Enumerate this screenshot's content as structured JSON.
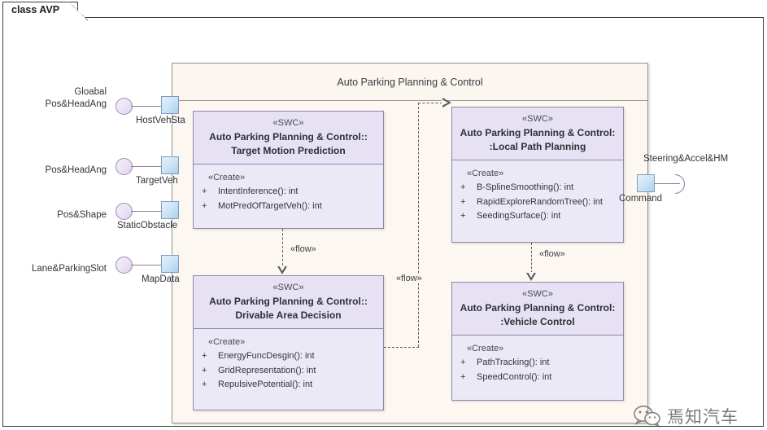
{
  "diagram": {
    "tab_label": "class AVP",
    "container_title": "Auto Parking Planning & Control"
  },
  "left_ports": [
    {
      "interface_line1": "Gloabal",
      "interface_line2": "Pos&HeadAng",
      "port_label": "HostVehSta"
    },
    {
      "interface_line1": "",
      "interface_line2": "Pos&HeadAng",
      "port_label": "TargetVeh"
    },
    {
      "interface_line1": "",
      "interface_line2": "Pos&Shape",
      "port_label": "StaticObstacle"
    },
    {
      "interface_line1": "",
      "interface_line2": "Lane&ParkingSlot",
      "port_label": "MapData"
    }
  ],
  "right_port": {
    "interface_label": "Steering&Accel&HM",
    "port_label": "Command"
  },
  "components": [
    {
      "stereotype": "«SWC»",
      "name_line1": "Auto Parking Planning & Control::",
      "name_line2": "Target Motion Prediction",
      "operations_stereotype": "«Create»",
      "operations": [
        {
          "visibility": "+",
          "signature": "IntentInference(): int"
        },
        {
          "visibility": "+",
          "signature": "MotPredOfTargetVeh(): int"
        }
      ]
    },
    {
      "stereotype": "«SWC»",
      "name_line1": "Auto Parking Planning & Control:",
      "name_line2": ":Local Path Planning",
      "operations_stereotype": "«Create»",
      "operations": [
        {
          "visibility": "+",
          "signature": "B-SplineSmoothing(): int"
        },
        {
          "visibility": "+",
          "signature": "RapidExploreRandomTree(): int"
        },
        {
          "visibility": "+",
          "signature": "SeedingSurface(): int"
        }
      ]
    },
    {
      "stereotype": "«SWC»",
      "name_line1": "Auto Parking Planning & Control::",
      "name_line2": "Drivable Area Decision",
      "operations_stereotype": "«Create»",
      "operations": [
        {
          "visibility": "+",
          "signature": "EnergyFuncDesgin(): int"
        },
        {
          "visibility": "+",
          "signature": "GridRepresentation(): int"
        },
        {
          "visibility": "+",
          "signature": "RepulsivePotential(): int"
        }
      ]
    },
    {
      "stereotype": "«SWC»",
      "name_line1": "Auto Parking Planning & Control:",
      "name_line2": ":Vehicle Control",
      "operations_stereotype": "«Create»",
      "operations": [
        {
          "visibility": "+",
          "signature": "PathTracking(): int"
        },
        {
          "visibility": "+",
          "signature": "SpeedControl(): int"
        }
      ]
    }
  ],
  "flows": [
    {
      "label": "«flow»"
    },
    {
      "label": "«flow»"
    },
    {
      "label": "«flow»"
    }
  ],
  "watermark": {
    "text": "焉知汽车",
    "icon": "wechat-icon"
  },
  "colors": {
    "component_fill": "#ece9f7",
    "component_header": "#e6e2f3",
    "component_border": "#8f86ac",
    "container_fill": "#fdf7f1",
    "container_border": "#9a9090",
    "port_fill": "#cfe6f8",
    "port_border": "#7e9cbd",
    "connector": "#5a5a62"
  }
}
